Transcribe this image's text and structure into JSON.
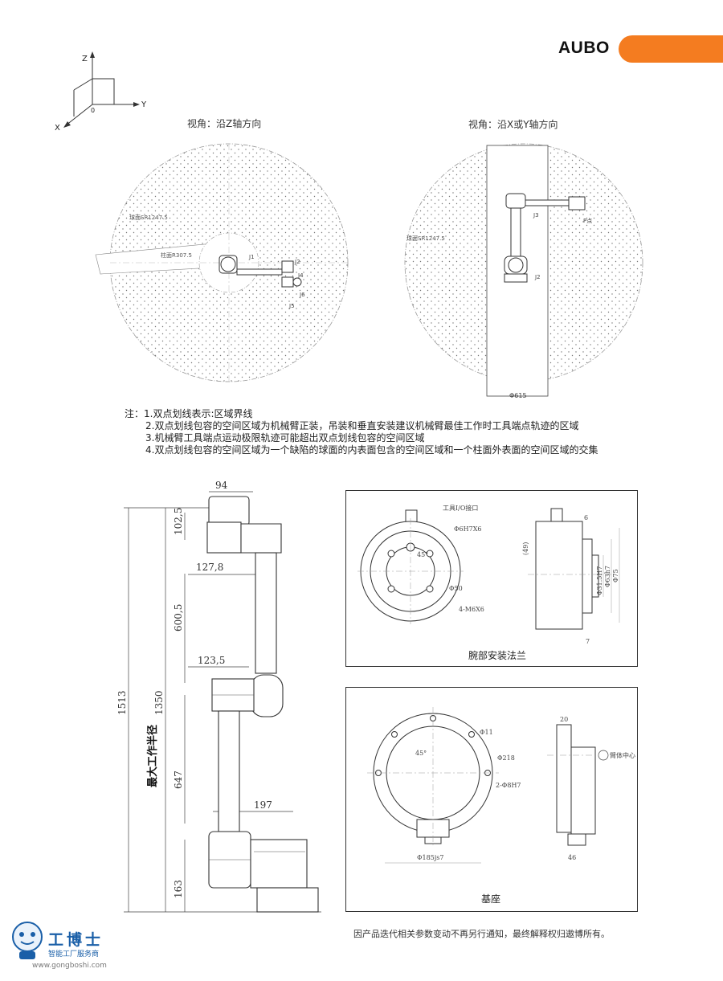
{
  "brand": {
    "logo_text": "AUBO",
    "accent_color": "#f47c20"
  },
  "axes": {
    "z": "Z",
    "y": "Y",
    "x": "X",
    "origin": "0"
  },
  "views": {
    "top": {
      "caption": "视角：沿Z轴方向",
      "sphere_label": "球面SR1247.5",
      "cylinder_label": "柱面R307.5",
      "joint_labels": [
        "J1",
        "J2",
        "J4",
        "J6",
        "J5"
      ]
    },
    "side": {
      "caption": "视角：沿X或Y轴方向",
      "sphere_label": "球面SR1247.5",
      "joint_labels": [
        "J3",
        "J2"
      ],
      "tool_label": "P点",
      "diameter_label": "Φ615"
    }
  },
  "notes": {
    "prefix": "注：",
    "items": [
      "1.双点划线表示:区域界线",
      "2.双点划线包容的空间区域为机械臂正装，吊装和垂直安装建议机械臂最佳工作时工具端点轨迹的区域",
      "3.机械臂工具端点运动极限轨迹可能超出双点划线包容的空间区域",
      "4.双点划线包容的空间区域为一个缺陷的球面的内表面包含的空间区域和一个柱面外表面的空间区域的交集"
    ]
  },
  "robot_dims": {
    "top_width": "94",
    "tool_offset": "102,5",
    "upper_offset": "127,8",
    "upper_arm": "600,5",
    "elbow_offset": "123,5",
    "lower_arm": "647",
    "base_offset": "197",
    "base_height": "163",
    "total_height": "1513",
    "reach_value": "1350",
    "reach_label": "最大工作半径"
  },
  "wrist_flange": {
    "caption": "腕部安装法兰",
    "io_label": "工具I/O接口",
    "hole_label": "Φ6H7X6",
    "angle_label": "45°",
    "bore_label": "Φ50",
    "thread_label": "4-M6X6",
    "side_top": "6",
    "side_left": "(49)",
    "dia_small": "Φ31.5H7",
    "dia_mid": "Φ63h7",
    "dia_large": "Φ75",
    "side_bottom": "7"
  },
  "base_flange": {
    "caption": "基座",
    "hole_label": "Φ11",
    "angle_label": "45°",
    "pcd_label": "Φ218",
    "pin_label": "2-Φ8H7",
    "dia_label": "Φ185js7",
    "side_top": "20",
    "side_bottom": "46",
    "center_label": "臂体中心"
  },
  "footer": {
    "disclaimer": "因产品迭代相关参数变动不再另行通知，最终解释权归遨博所有。"
  },
  "watermark": {
    "name": "工博士",
    "subtitle": "智能工厂服务商",
    "url": "www.gongboshi.com"
  }
}
